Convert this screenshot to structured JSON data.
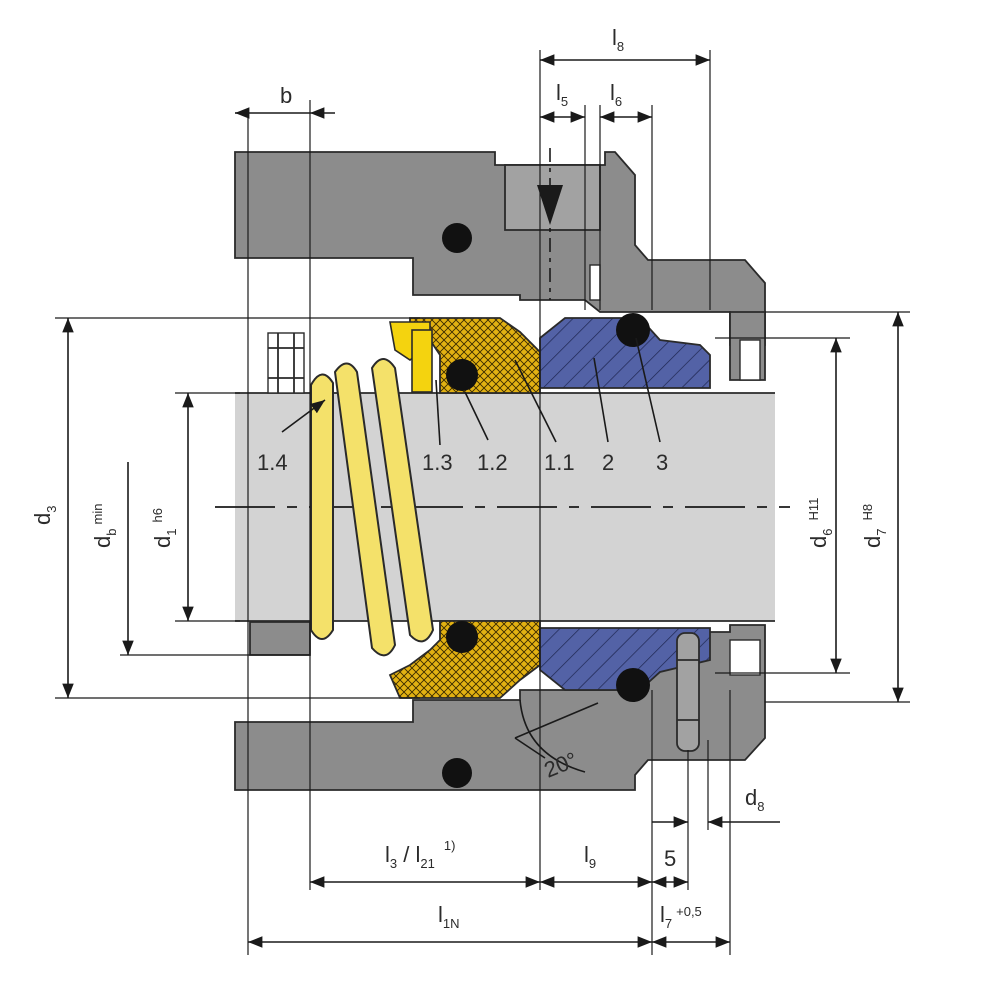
{
  "labels": {
    "b": "b",
    "l8": "l",
    "l8_sub": "8",
    "l5": "l",
    "l5_sub": "5",
    "l6": "l",
    "l6_sub": "6",
    "d3": "d",
    "d3_sub": "3",
    "db": "d",
    "db_sub": "b",
    "db_sup": "min",
    "d1": "d",
    "d1_sub": "1",
    "d1_sup": "h6",
    "d6": "d",
    "d6_sub": "6",
    "d6_sup": "H11",
    "d7": "d",
    "d7_sub": "7",
    "d7_sup": "H8",
    "d8": "d",
    "d8_sub": "8",
    "l3_l21": "l",
    "l3_sub": "3",
    "l3_slash": " / l",
    "l21_sub": "21",
    "l3_note": "1)",
    "l9": "l",
    "l9_sub": "9",
    "five": "5",
    "l1N": "l",
    "l1N_sub": "1N",
    "l7": "l",
    "l7_sub": "7",
    "l7_tol": "+0,5",
    "angle": "20°"
  },
  "parts": [
    {
      "id": "part-1-4",
      "label": "1.4"
    },
    {
      "id": "part-1-3",
      "label": "1.3"
    },
    {
      "id": "part-1-2",
      "label": "1.2"
    },
    {
      "id": "part-1-1",
      "label": "1.1"
    },
    {
      "id": "part-2",
      "label": "2"
    },
    {
      "id": "part-3",
      "label": "3"
    }
  ],
  "colors": {
    "housing": "#8c8c8c",
    "shaft": "#d3d3d3",
    "bellows": "#e2b112",
    "seat": "#5362a6",
    "spring": "#f4e16a",
    "oring": "#111111"
  }
}
